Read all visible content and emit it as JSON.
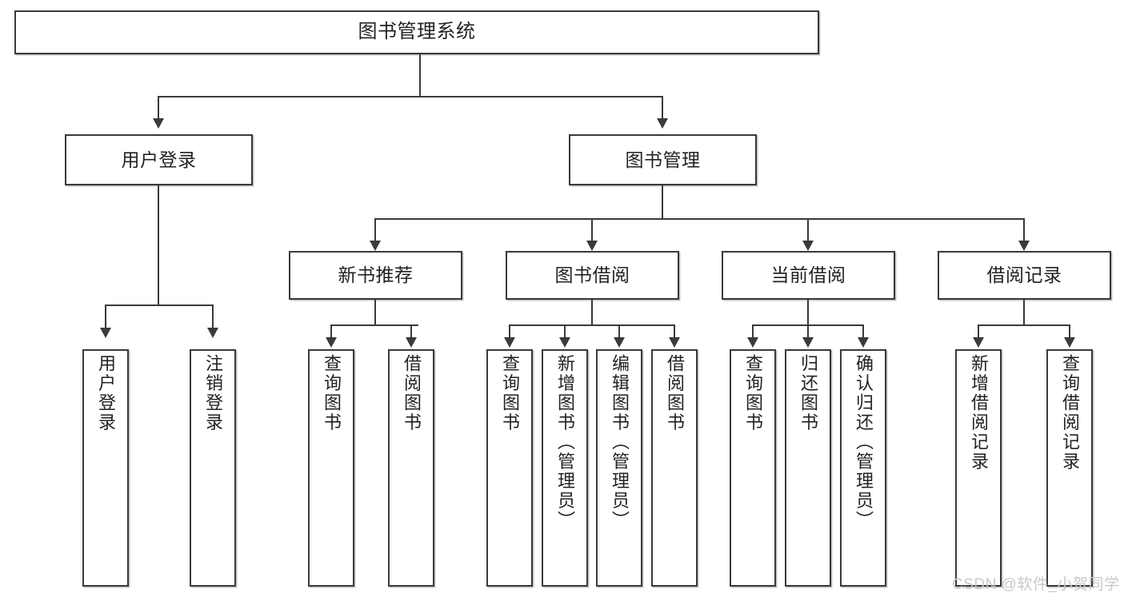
{
  "diagram": {
    "title": "图书管理系统",
    "root": {
      "label": "图书管理系统"
    },
    "level1": [
      {
        "label": "用户登录"
      },
      {
        "label": "图书管理"
      }
    ],
    "level2": [
      {
        "label": "新书推荐"
      },
      {
        "label": "图书借阅"
      },
      {
        "label": "当前借阅"
      },
      {
        "label": "借阅记录"
      }
    ],
    "leaves": {
      "user_login": [
        {
          "label": "用户登录"
        },
        {
          "label": "注销登录"
        }
      ],
      "new_book": [
        {
          "label": "查询图书"
        },
        {
          "label": "借阅图书"
        }
      ],
      "book_borrow": [
        {
          "label": "查询图书"
        },
        {
          "label": "新增图书（管理员）"
        },
        {
          "label": "编辑图书（管理员）"
        },
        {
          "label": "借阅图书"
        }
      ],
      "current_borrow": [
        {
          "label": "查询图书"
        },
        {
          "label": "归还图书"
        },
        {
          "label": "确认归还（管理员）"
        }
      ],
      "borrow_record": [
        {
          "label": "新增借阅记录"
        },
        {
          "label": "查询借阅记录"
        }
      ]
    }
  },
  "watermark": {
    "text": "CSDN @软件_小贺同学"
  },
  "colors": {
    "stroke": "#3a3a3a",
    "background": "#ffffff",
    "text": "#222222",
    "watermark": "#c9c9c9"
  }
}
